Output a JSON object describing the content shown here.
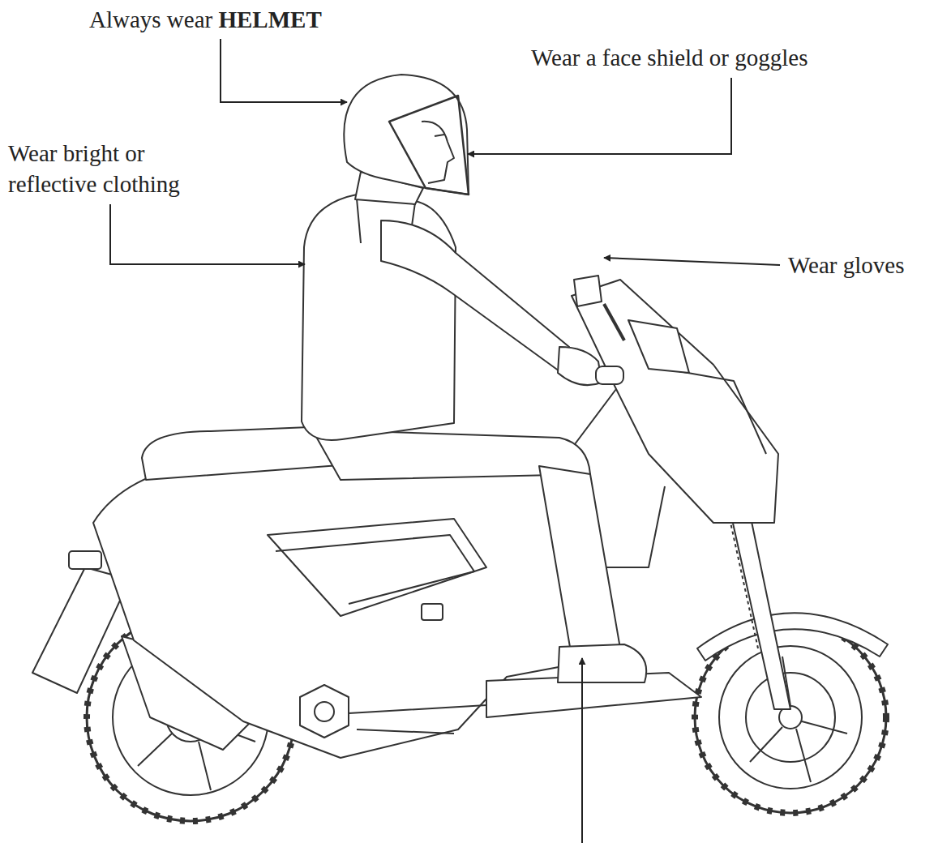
{
  "diagram": {
    "labels": [
      "Always wear HELMET",
      "Wear a face shield or goggles",
      "Wear bright or reflective clothing",
      "Wear gloves"
    ]
  }
}
